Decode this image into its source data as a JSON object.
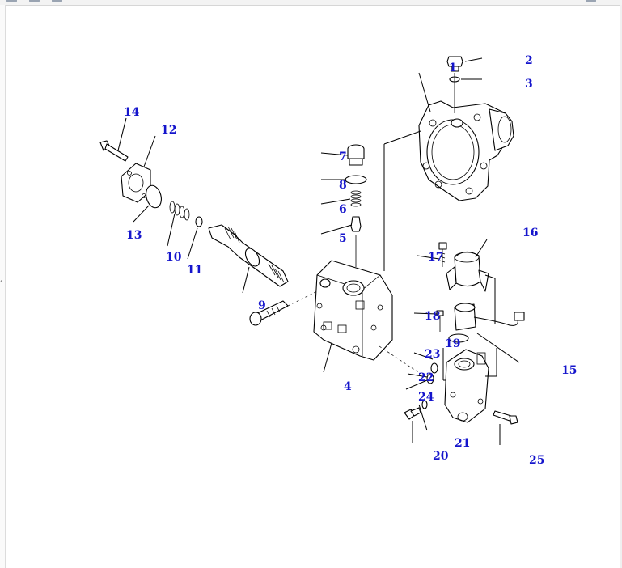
{
  "diagram": {
    "labels": {
      "n1": "1",
      "n2": "2",
      "n3": "3",
      "n4": "4",
      "n5": "5",
      "n6": "6",
      "n7": "7",
      "n8": "8",
      "n9": "9",
      "n10": "10",
      "n11": "11",
      "n12": "12",
      "n13": "13",
      "n14": "14",
      "n15": "15",
      "n16": "16",
      "n17": "17",
      "n18": "18",
      "n19": "19",
      "n20": "20",
      "n21": "21",
      "n22": "22",
      "n23": "23",
      "n24": "24",
      "n25": "25"
    },
    "label_color": "#1515cc"
  }
}
